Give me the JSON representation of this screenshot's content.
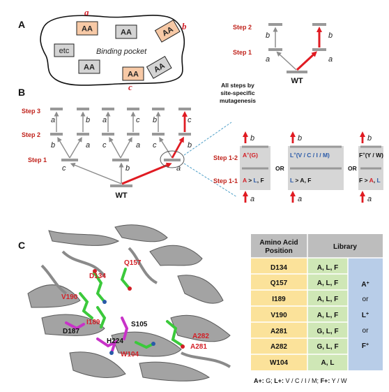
{
  "panels": {
    "a": "A",
    "b": "B",
    "c": "C"
  },
  "pocket": {
    "title": "Binding pocket",
    "aa_label": "AA",
    "etc_label": "etc",
    "site_a": "a",
    "site_b": "b",
    "site_c": "c"
  },
  "steps": {
    "step1": "Step 1",
    "step2": "Step 2",
    "step3": "Step 3",
    "step1_1": "Step 1-1",
    "step1_2": "Step 1-2"
  },
  "letters": {
    "a": "a",
    "b": "b",
    "c": "c"
  },
  "wt_label": "WT",
  "note": {
    "line1": "All steps by",
    "line2": "site-specific",
    "line3": "mutagenesis"
  },
  "or_label": "OR",
  "detail_boxes": [
    {
      "top_prefix": "A",
      "top_sup": "+",
      "top_tail": "(G)",
      "bottom_lead": "A",
      "bottom_gt": " > ",
      "bottom_red": "L",
      "bottom_sep": ", ",
      "bottom_black": "F"
    },
    {
      "top_prefix": "L",
      "top_sup": "+",
      "top_tail": "(V / C / I / M)",
      "bottom_lead": "L",
      "bottom_gt": " > ",
      "bottom_red": "A",
      "bottom_sep": ", ",
      "bottom_black": "F"
    },
    {
      "top_prefix": "F",
      "top_sup": "+",
      "top_tail": "(Y / W)",
      "bottom_lead": "F",
      "bottom_gt": " > ",
      "bottom_red": "A",
      "bottom_sep": ", ",
      "bottom_black": "L"
    }
  ],
  "residues": {
    "q157": "Q157",
    "d134": "D134",
    "v190": "V190",
    "i189": "I189",
    "d187": "D187",
    "s105": "S105",
    "h224": "H224",
    "w104": "W104",
    "a282": "A282",
    "a281": "A281"
  },
  "table": {
    "header_position": "Amino Acid Position",
    "header_position_line1": "Amino Acid",
    "header_position_line2": "Position",
    "header_library": "Library",
    "rows": [
      {
        "position": "D134",
        "library": "A, L, F"
      },
      {
        "position": "Q157",
        "library": "A, L, F"
      },
      {
        "position": "I189",
        "library": "A, L, F"
      },
      {
        "position": "V190",
        "library": "A, L, F"
      },
      {
        "position": "A281",
        "library": "G, L, F"
      },
      {
        "position": "A282",
        "library": "G, L, F"
      },
      {
        "position": "W104",
        "library": "A, L"
      }
    ],
    "extra_column": [
      "A",
      "or",
      "L",
      "or",
      "F"
    ],
    "extra_sup": "+"
  },
  "footnote": {
    "a_key": "A+:",
    "a_val": " G; ",
    "l_key": "L+:",
    "l_val": " V / C / I / M; ",
    "f_key": "F+:",
    "f_val": " Y / W"
  },
  "colors": {
    "step_red": "#c0221b",
    "arrow_red": "#e01b22",
    "arrow_gray": "#8c8c8c",
    "aa_orange": "#f7c9a6",
    "aa_gray": "#d4d4d4",
    "box_gray": "#d6d6d6",
    "table_header": "#bdbdbd",
    "table_pos": "#fbe29a",
    "table_lib": "#cfe7b6",
    "table_extra": "#b8cde8",
    "blue_text": "#2a5aa8",
    "ribbon": "#9d9d9d",
    "green_stick": "#3bc93b",
    "magenta_stick": "#c832c8"
  }
}
